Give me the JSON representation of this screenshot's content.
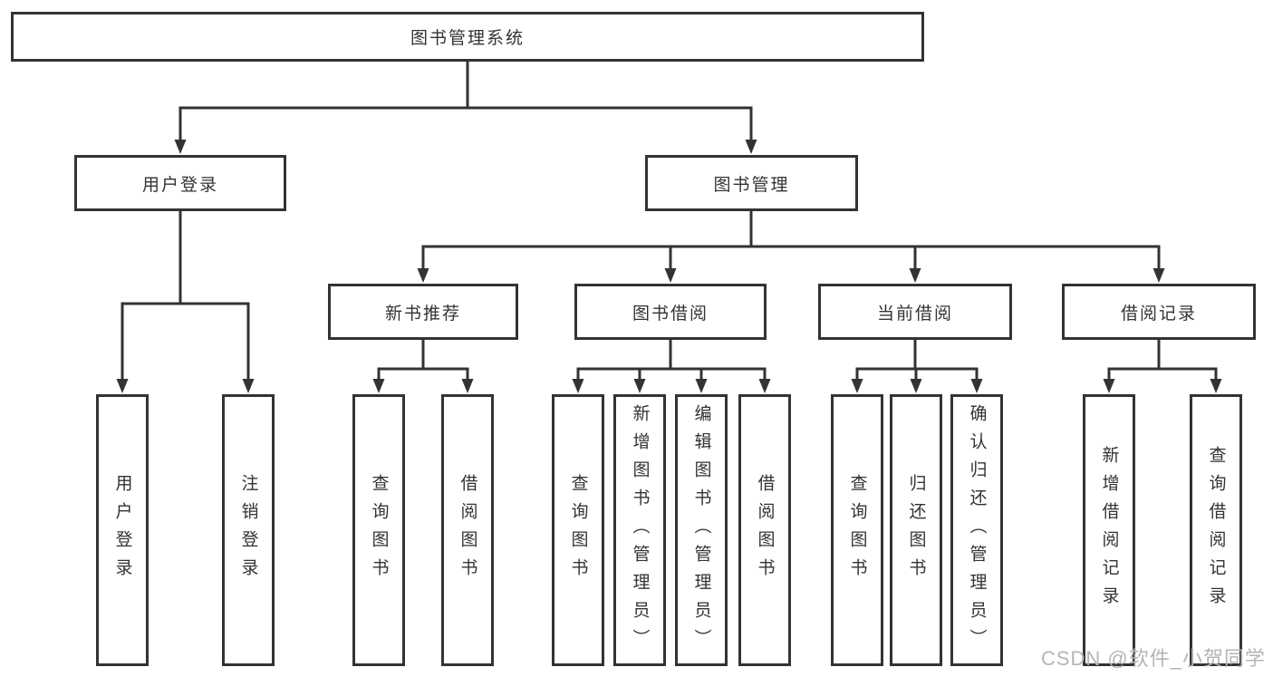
{
  "diagram": {
    "root": {
      "label": "图书管理系统"
    },
    "branches": [
      {
        "label": "用户登录",
        "leaves": [
          {
            "label": "用户登录"
          },
          {
            "label": "注销登录"
          }
        ]
      },
      {
        "label": "图书管理",
        "groups": [
          {
            "label": "新书推荐",
            "leaves": [
              {
                "label": "查询图书"
              },
              {
                "label": "借阅图书"
              }
            ]
          },
          {
            "label": "图书借阅",
            "leaves": [
              {
                "label": "查询图书"
              },
              {
                "label": "新增图书（管理员）"
              },
              {
                "label": "编辑图书（管理员）"
              },
              {
                "label": "借阅图书"
              }
            ]
          },
          {
            "label": "当前借阅",
            "leaves": [
              {
                "label": "查询图书"
              },
              {
                "label": "归还图书"
              },
              {
                "label": "确认归还（管理员）"
              }
            ]
          },
          {
            "label": "借阅记录",
            "leaves": [
              {
                "label": "新增借阅记录"
              },
              {
                "label": "查询借阅记录"
              }
            ]
          }
        ]
      }
    ]
  },
  "watermark": {
    "text": "CSDN @软件_小贺同学"
  },
  "colors": {
    "line": "#333333",
    "text": "#333333",
    "background": "#ffffff",
    "watermark_text": "#b5b5b5"
  }
}
